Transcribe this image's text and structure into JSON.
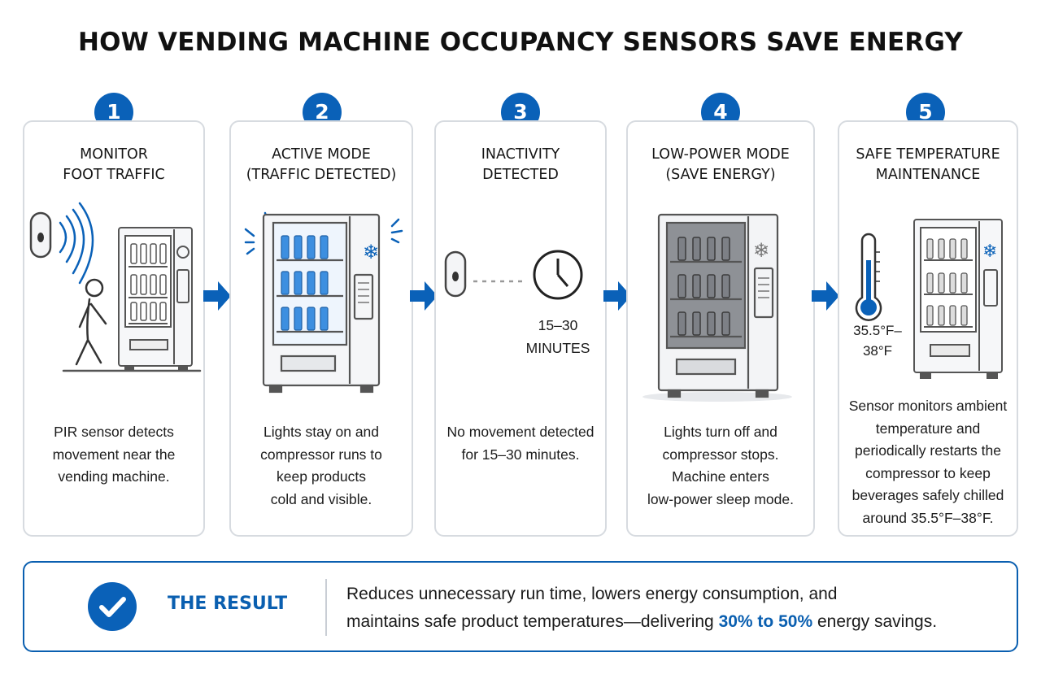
{
  "title": "HOW VENDING MACHINE OCCUPANCY SENSORS SAVE ENERGY",
  "colors": {
    "accent": "#0a61b8",
    "card_border": "#d7dbe0",
    "result_border": "#0a5fb0"
  },
  "steps": [
    {
      "number": "1",
      "heading_line1": "MONITOR",
      "heading_line2": "FOOT TRAFFIC",
      "description": [
        "PIR sensor detects",
        "movement near the",
        "vending machine."
      ],
      "icons": [
        "motion-sensor-icon",
        "walking-person-icon",
        "vending-machine-icon"
      ]
    },
    {
      "number": "2",
      "heading_line1": "ACTIVE MODE",
      "heading_line2": "(TRAFFIC DETECTED)",
      "description": [
        "Lights stay on and",
        "compressor runs to",
        "keep products",
        "cold and visible."
      ],
      "icons": [
        "lit-vending-machine-icon",
        "snowflake-icon"
      ]
    },
    {
      "number": "3",
      "heading_line1": "INACTIVITY",
      "heading_line2": "DETECTED",
      "time_label_line1": "15–30",
      "time_label_line2": "MINUTES",
      "description": [
        "No movement detected",
        "for 15–30 minutes."
      ],
      "icons": [
        "motion-sensor-icon",
        "clock-icon"
      ]
    },
    {
      "number": "4",
      "heading_line1": "LOW-POWER MODE",
      "heading_line2": "(SAVE ENERGY)",
      "description": [
        "Lights turn off and",
        "compressor stops.",
        "Machine enters",
        "low-power sleep mode."
      ],
      "icons": [
        "dark-vending-machine-icon",
        "snowflake-icon"
      ]
    },
    {
      "number": "5",
      "heading_line1": "SAFE TEMPERATURE",
      "heading_line2": "MAINTENANCE",
      "temp_line1": "35.5°F–",
      "temp_line2": "38°F",
      "description": [
        "Sensor monitors ambient",
        "temperature and",
        "periodically restarts the",
        "compressor to keep",
        "beverages safely chilled",
        "around 35.5°F–38°F."
      ],
      "icons": [
        "thermometer-icon",
        "vending-machine-icon",
        "snowflake-icon"
      ]
    }
  ],
  "result": {
    "label": "THE RESULT",
    "line1": "Reduces unnecessary run time, lowers energy consumption, and",
    "line2_before": "maintains safe product temperatures—delivering ",
    "highlight": "30% to 50%",
    "line2_after": " energy savings.",
    "icon": "checkmark-icon"
  }
}
